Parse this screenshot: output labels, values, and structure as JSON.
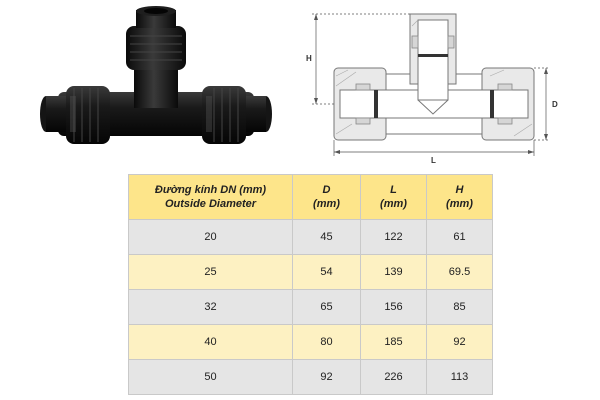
{
  "drawing": {
    "dim_h": "H",
    "dim_l": "L",
    "dim_d": "D"
  },
  "table": {
    "headers": [
      {
        "line1": "Đường kính DN (mm)",
        "line2": "Outside Diameter"
      },
      {
        "line1": "D",
        "line2": "(mm)"
      },
      {
        "line1": "L",
        "line2": "(mm)"
      },
      {
        "line1": "H",
        "line2": "(mm)"
      }
    ],
    "rows": [
      [
        "20",
        "45",
        "122",
        "61"
      ],
      [
        "25",
        "54",
        "139",
        "69.5"
      ],
      [
        "32",
        "65",
        "156",
        "85"
      ],
      [
        "40",
        "80",
        "185",
        "92"
      ],
      [
        "50",
        "92",
        "226",
        "113"
      ]
    ]
  }
}
